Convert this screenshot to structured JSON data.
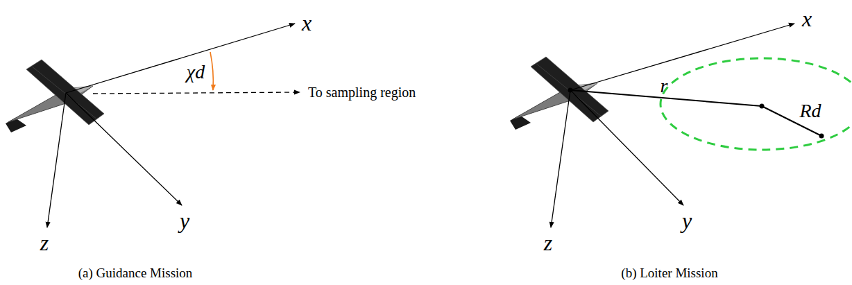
{
  "diagram": {
    "labels": [
      "x",
      "y",
      "z",
      "χd",
      "To sampling region",
      "(a) Guidance Mission",
      "x",
      "y",
      "z",
      "r",
      "Rd",
      "(b) Loiter Mission"
    ]
  }
}
